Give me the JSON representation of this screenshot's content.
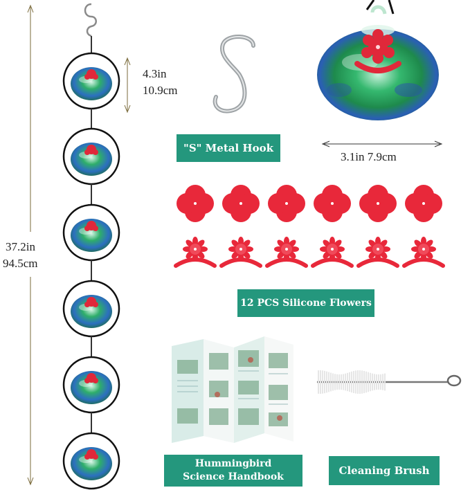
{
  "dimensions": {
    "chain_length_in": "37.2in",
    "chain_length_cm": "94.5cm",
    "feeder_height_in": "4.3in",
    "feeder_height_cm": "10.9cm",
    "feeder_width": "3.1in 7.9cm"
  },
  "labels": {
    "hook": "\"S\" Metal Hook",
    "flowers": "12 PCS Silicone Flowers",
    "handbook_line1": "Hummingbird",
    "handbook_line2": "Science Handbook",
    "brush": "Cleaning Brush"
  },
  "colors": {
    "badge": "#24977d",
    "flower_red": "#e8283a",
    "glass_green": "#1f9a56",
    "glass_blue": "#2c4fb0"
  }
}
